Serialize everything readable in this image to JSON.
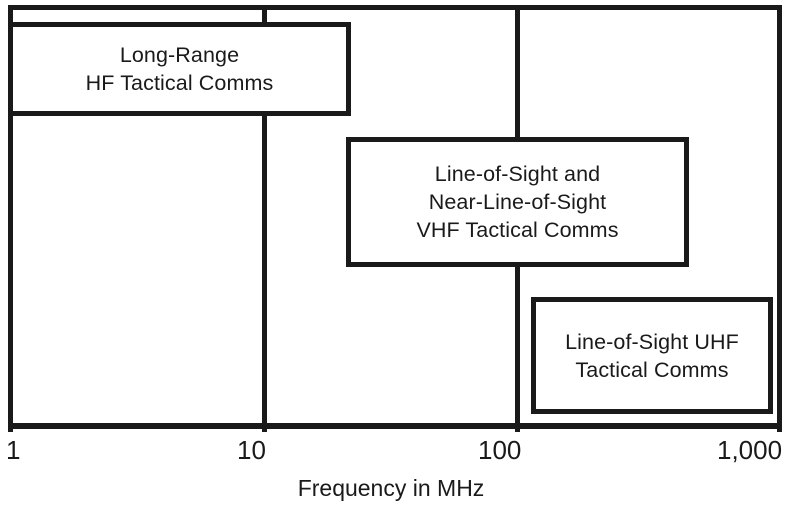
{
  "chart_data": {
    "type": "bar",
    "title": "",
    "subtitle": "",
    "xlabel": "Frequency in MHz",
    "ylabel": "",
    "scale": "log",
    "xlim": [
      1,
      1000
    ],
    "grid": false,
    "legend": "none",
    "axis": {
      "ticks": [
        {
          "value": 1,
          "label": "1"
        },
        {
          "value": 10,
          "label": "10"
        },
        {
          "value": 100,
          "label": "100"
        },
        {
          "value": 1000,
          "label": "1,000"
        }
      ]
    },
    "bands": [
      {
        "id": "hf",
        "label": "Long-Range\nHF Tactical Comms",
        "label_lines": [
          "Long-Range",
          "HF Tactical Comms"
        ],
        "x_start_mhz": 1,
        "x_end_mhz": 23,
        "row": 1
      },
      {
        "id": "vhf",
        "label": "Line-of-Sight and\nNear-Line-of-Sight\nVHF Tactical Comms",
        "label_lines": [
          "Line-of-Sight and",
          "Near-Line-of-Sight",
          "VHF Tactical Comms"
        ],
        "x_start_mhz": 22,
        "x_end_mhz": 330,
        "row": 2
      },
      {
        "id": "uhf",
        "label": "Line-of-Sight UHF\nTactical Comms",
        "label_lines": [
          "Line-of-Sight UHF",
          "Tactical Comms"
        ],
        "x_start_mhz": 120,
        "x_end_mhz": 900,
        "row": 3
      }
    ],
    "colors": {
      "stroke": "#1a1a1a",
      "fill": "#ffffff",
      "background": "#ffffff"
    }
  }
}
